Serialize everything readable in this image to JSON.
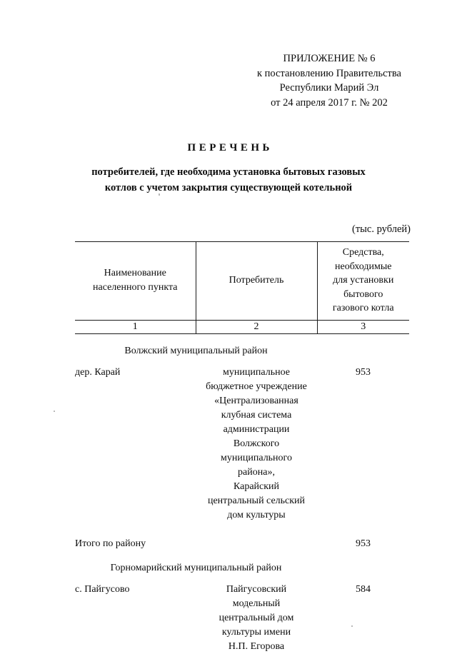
{
  "approval": {
    "lines": [
      "ПРИЛОЖЕНИЕ № 6",
      "к постановлению Правительства",
      "Республики Марий Эл",
      "от  24  апреля 2017 г. №  202"
    ]
  },
  "title": {
    "heading": "ПЕРЕЧЕНЬ",
    "subtitle_line1": "потребителей, где необходима установка бытовых газовых",
    "subtitle_line2": "котлов с учетом закрытия существующей котельной"
  },
  "units_note": "(тыс. рублей)",
  "table": {
    "headers": {
      "col1": "Наименование\nнаселенного пункта",
      "col1_line1": "Наименование",
      "col1_line2": "населенного пункта",
      "col2": "Потребитель",
      "col3_line1": "Средства,",
      "col3_line2": "необходимые",
      "col3_line3": "для установки",
      "col3_line4": "бытового",
      "col3_line5": "газового котла"
    },
    "column_numbers": [
      "1",
      "2",
      "3"
    ],
    "rows": [
      {
        "kind": "region",
        "region": "Волжский муниципальный район"
      },
      {
        "kind": "entry",
        "place": "дер. Карай",
        "consumer_lines": [
          "муниципальное",
          "бюджетное учреждение",
          "«Централизованная",
          "клубная система",
          "администрации",
          "Волжского",
          "муниципального",
          "района»,",
          "Карайский",
          "центральный сельский",
          "дом культуры"
        ],
        "amount": "953"
      },
      {
        "kind": "total",
        "label": "Итого по району",
        "amount": "953"
      },
      {
        "kind": "region",
        "region": "Горномарийский муниципальный район"
      },
      {
        "kind": "entry",
        "place": "с. Пайгусово",
        "consumer_lines": [
          "Пайгусовский",
          "модельный",
          "центральный дом",
          "культуры имени",
          "Н.П. Егорова"
        ],
        "amount": "584"
      }
    ]
  }
}
